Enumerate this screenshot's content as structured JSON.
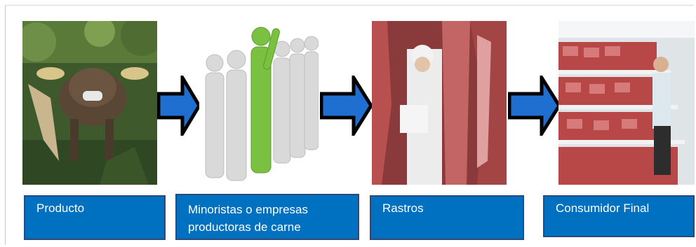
{
  "steps": [
    {
      "label": "Producto",
      "image": "cow-in-pasture-photo"
    },
    {
      "label": "Minoristas o empresas productoras de carne",
      "image": "group-of-figures-illustration"
    },
    {
      "label": "Rastros",
      "image": "slaughterhouse-meat-photo"
    },
    {
      "label": "Consumidor Final",
      "image": "supermarket-meat-shopper-photo"
    }
  ],
  "colors": {
    "box_fill": "#0070c0",
    "box_border": "#2b4a7a",
    "arrow_fill": "#1f6fd0",
    "arrow_outline": "#000000",
    "highlight_figure": "#7ac142"
  }
}
